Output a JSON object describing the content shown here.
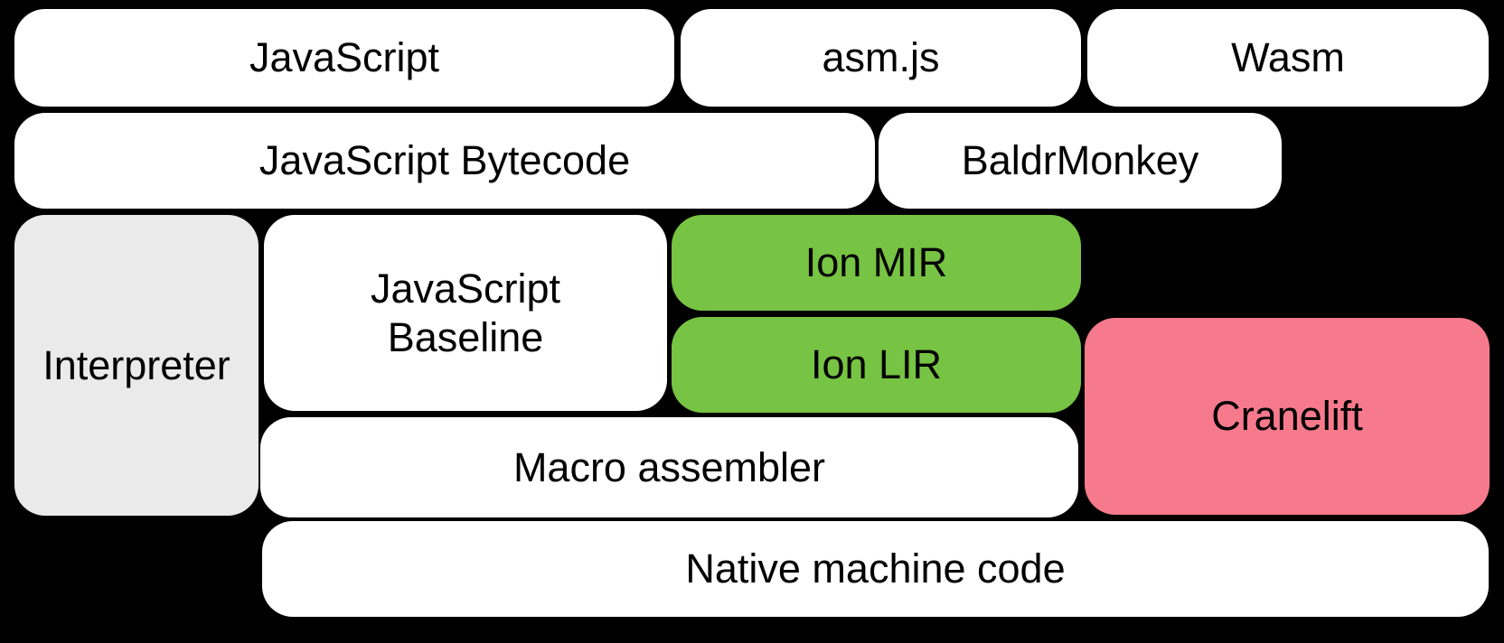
{
  "palette": {
    "background": "#000000",
    "text": "#000000",
    "box_white": "#FFFFFF",
    "box_gray": "#EAEAEA",
    "box_green": "#77C343",
    "box_pink": "#F67A8C"
  },
  "diagram": {
    "boxes": {
      "javascript": {
        "label": "JavaScript",
        "bg": "#FFFFFF"
      },
      "asmjs": {
        "label": "asm.js",
        "bg": "#FFFFFF"
      },
      "wasm": {
        "label": "Wasm",
        "bg": "#FFFFFF"
      },
      "javascript_bytecode": {
        "label": "JavaScript Bytecode",
        "bg": "#FFFFFF"
      },
      "baldrmonkey": {
        "label": "BaldrMonkey",
        "bg": "#FFFFFF"
      },
      "interpreter": {
        "label": "Interpreter",
        "bg": "#EAEAEA"
      },
      "javascript_baseline": {
        "label": "JavaScript Baseline",
        "bg": "#FFFFFF"
      },
      "ion_mir": {
        "label": "Ion MIR",
        "bg": "#77C343"
      },
      "ion_lir": {
        "label": "Ion LIR",
        "bg": "#77C343"
      },
      "cranelift": {
        "label": "Cranelift",
        "bg": "#F67A8C"
      },
      "macro_assembler": {
        "label": "Macro assembler",
        "bg": "#FFFFFF"
      },
      "native_machine_code": {
        "label": "Native machine code",
        "bg": "#FFFFFF"
      }
    }
  }
}
